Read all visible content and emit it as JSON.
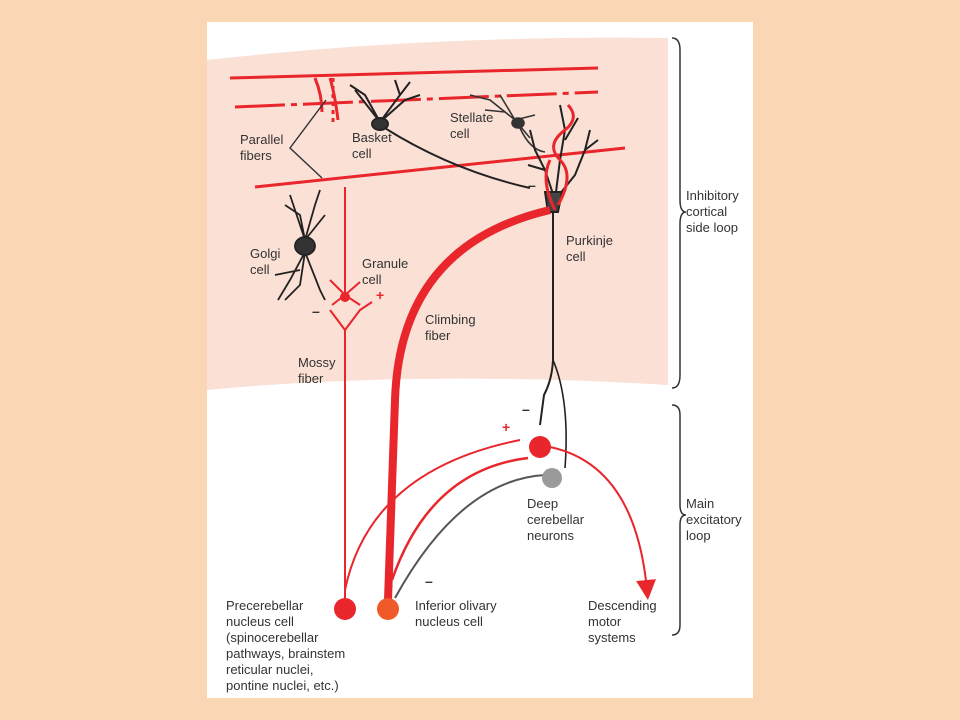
{
  "labels": {
    "parallel_fibers": [
      "Parallel",
      "fibers"
    ],
    "basket_cell": [
      "Basket",
      "cell"
    ],
    "stellate_cell": [
      "Stellate",
      "cell"
    ],
    "golgi_cell": [
      "Golgi",
      "cell"
    ],
    "granule_cell": [
      "Granule",
      "cell"
    ],
    "purkinje_cell": [
      "Purkinje",
      "cell"
    ],
    "climbing_fiber": [
      "Climbing",
      "fiber"
    ],
    "mossy_fiber": [
      "Mossy",
      "fiber"
    ],
    "deep_cerebellar_neurons": [
      "Deep",
      "cerebellar",
      "neurons"
    ],
    "inhibitory_loop": [
      "Inhibitory",
      "cortical",
      "side loop"
    ],
    "excitatory_loop": [
      "Main",
      "excitatory",
      "loop"
    ],
    "precerebellar": [
      "Precerebellar",
      "nucleus cell",
      "(spinocerebellar",
      "pathways, brainstem",
      "reticular nuclei,",
      "pontine nuclei, etc.)"
    ],
    "inferior_olivary": [
      "Inferior olivary",
      "nucleus cell"
    ],
    "descending_motor": [
      "Descending",
      "motor",
      "systems"
    ]
  },
  "signs": {
    "plus": "+",
    "minus": "–"
  },
  "colors": {
    "background": "#fbd6b4",
    "panel": "#ffffff",
    "cortex": "#fbe0d6",
    "red": "#e8262c",
    "orange_red": "#f05a28",
    "dark": "#333333",
    "gray_cell": "#9a9a9a"
  }
}
